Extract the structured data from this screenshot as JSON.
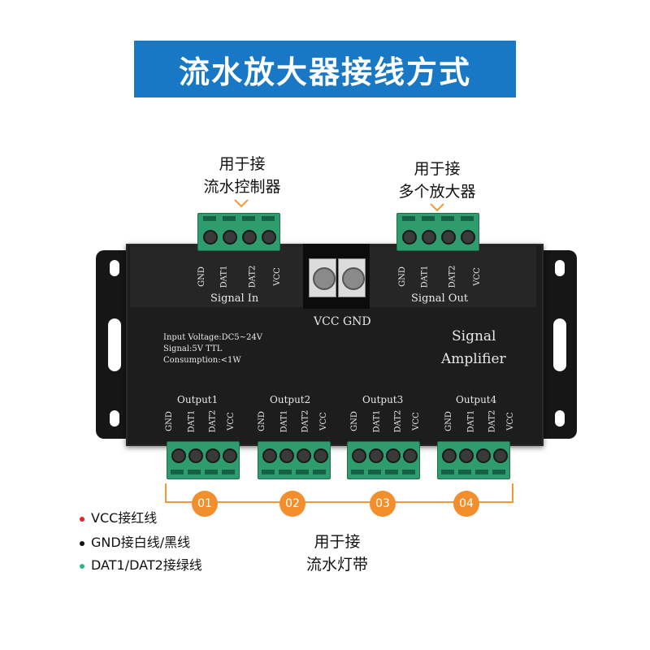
{
  "banner": {
    "title": "流水放大器接线方式"
  },
  "notes": {
    "left_line1": "用于接",
    "left_line2": "流水控制器",
    "right_line1": "用于接",
    "right_line2": "多个放大器",
    "bottom_line1": "用于接",
    "bottom_line2": "流水灯带"
  },
  "device": {
    "signal_in": "Signal In",
    "signal_out": "Signal Out",
    "power_label": "VCC GND",
    "spec1": "Input Voltage:DC5~24V",
    "spec2": "Signal:5V TTL",
    "spec3": "Consumption:<1W",
    "name1": "Signal",
    "name2": "Amplifier",
    "pins": [
      "GND",
      "DAT1",
      "DAT2",
      "VCC"
    ],
    "outputs": [
      "Output1",
      "Output2",
      "Output3",
      "Output4"
    ]
  },
  "markers": [
    "01",
    "02",
    "03",
    "04"
  ],
  "legend": [
    {
      "text": "VCC接红线",
      "color": "#e52421"
    },
    {
      "text": "GND接白线/黑线",
      "color": "#111111"
    },
    {
      "text": "DAT1/DAT2接绿线",
      "color": "#2bb58a"
    }
  ],
  "colors": {
    "banner": "#1878c6",
    "accent": "#f28e2c",
    "terminal": "#2e9c6c"
  }
}
